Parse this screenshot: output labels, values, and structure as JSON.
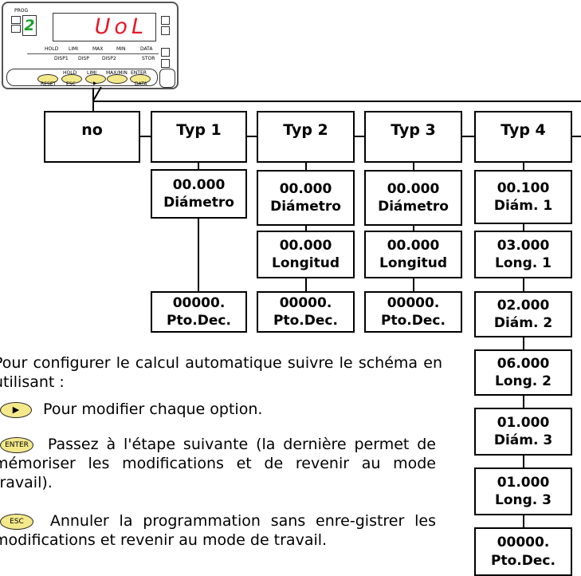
{
  "device": {
    "prog_label": "PROG",
    "digit": "2",
    "display": "UoL",
    "mid_labels_top": [
      "HOLD",
      "LIMI",
      "MAX",
      "MIN",
      "DATA"
    ],
    "mid_labels_bottom": [
      "DISP1",
      "DISP",
      "DISP2",
      "STOR"
    ],
    "key_labels_top": [
      "HOLD",
      "LIMI",
      "MAX/MIN",
      "ENTER"
    ],
    "key_labels_bottom": [
      "RESET",
      "ESC",
      "▶",
      "DATA"
    ],
    "colors": {
      "display_text": "#e8182a",
      "digit": "#19a12b",
      "key": "#f3e98a"
    }
  },
  "columns": [
    {
      "header": "no",
      "values": []
    },
    {
      "header": "Typ 1",
      "values": [
        [
          "00.000",
          "Diámetro"
        ],
        [
          "00000.",
          "Pto.Dec."
        ]
      ]
    },
    {
      "header": "Typ 2",
      "values": [
        [
          "00.000",
          "Diámetro"
        ],
        [
          "00.000",
          "Longitud"
        ],
        [
          "00000.",
          "Pto.Dec."
        ]
      ]
    },
    {
      "header": "Typ 3",
      "values": [
        [
          "00.000",
          "Diámetro"
        ],
        [
          "00.000",
          "Longitud"
        ],
        [
          "00000.",
          "Pto.Dec."
        ]
      ]
    },
    {
      "header": "Typ 4",
      "values": [
        [
          "00.100",
          "Diám. 1"
        ],
        [
          "03.000",
          "Long. 1"
        ],
        [
          "02.000",
          "Diám. 2"
        ],
        [
          "06.000",
          "Long. 2"
        ],
        [
          "01.000",
          "Diám. 3"
        ],
        [
          "01.000",
          "Long. 3"
        ],
        [
          "00000.",
          "Pto.Dec."
        ]
      ]
    }
  ],
  "instructions": {
    "intro": "Pour configurer le calcul automatique suivre le schéma en utilisant :",
    "right_key_label": "▶",
    "right_key_text": "Pour modifier chaque option.",
    "enter_key_label": "ENTER",
    "enter_key_text": "Passez à l'étape suivante (la dernière permet de mémoriser les modifications et de revenir au mode travail).",
    "esc_key_label": "ESC",
    "esc_key_text": "Annuler la programmation sans enre-gistrer les modifications et revenir au mode de travail."
  }
}
